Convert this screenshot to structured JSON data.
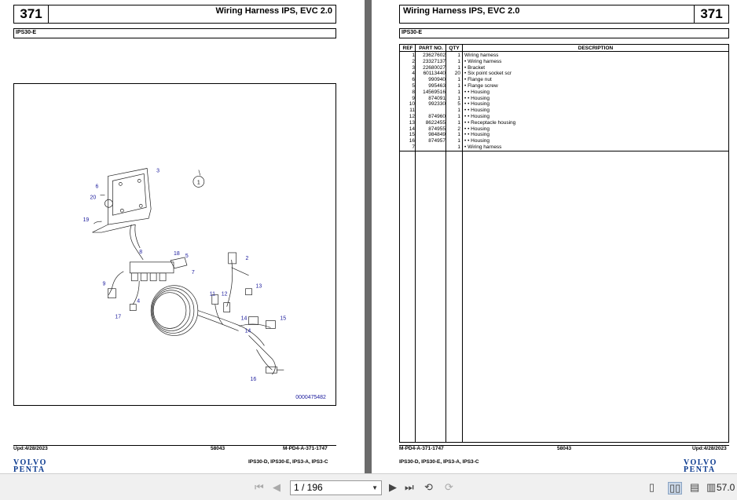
{
  "left_page": {
    "page_number": "371",
    "title": "Wiring Harness IPS, EVC 2.0",
    "model": "IPS30-E",
    "figure_id": "0000475482",
    "view_marker": "1",
    "callouts": [
      "3",
      "6",
      "20",
      "19",
      "8",
      "18",
      "5",
      "2",
      "7",
      "9",
      "4",
      "17",
      "13",
      "11",
      "12",
      "14",
      "15",
      "14",
      "16"
    ],
    "footer": {
      "updated": "Upd:4/28/2023",
      "center": "58043",
      "doc": "M-PD4-A-371-1747",
      "models": "IPS30-D, IPS30-E, IPS3-A, IPS3-C"
    },
    "logo": {
      "line1": "VOLVO",
      "line2": "PENTA"
    }
  },
  "right_page": {
    "page_number": "371",
    "title": "Wiring Harness IPS, EVC 2.0",
    "model": "IPS30-E",
    "table": {
      "headers": {
        "ref": "REF",
        "part": "PART NO.",
        "qty": "QTY",
        "desc": "DESCRIPTION"
      },
      "rows": [
        {
          "ref": "1",
          "part": "23627602",
          "qty": "1",
          "desc": "Wiring harness"
        },
        {
          "ref": "2",
          "part": "23327137",
          "qty": "1",
          "desc": "• Wiring harness"
        },
        {
          "ref": "3",
          "part": "22680027",
          "qty": "1",
          "desc": "• Bracket"
        },
        {
          "ref": "4",
          "part": "60113440",
          "qty": "20",
          "desc": "• Six point socket scr"
        },
        {
          "ref": "6",
          "part": "990940",
          "qty": "1",
          "desc": "• Flange nut"
        },
        {
          "ref": "5",
          "part": "995463",
          "qty": "1",
          "desc": "• Flange screw"
        },
        {
          "ref": "8",
          "part": "14569516",
          "qty": "1",
          "desc": "• • Housing"
        },
        {
          "ref": "9",
          "part": "874091",
          "qty": "1",
          "desc": "• • Housing"
        },
        {
          "ref": "10",
          "part": "992330",
          "qty": "5",
          "desc": "• • Housing"
        },
        {
          "ref": "11",
          "part": "",
          "qty": "1",
          "desc": "• • Housing"
        },
        {
          "ref": "12",
          "part": "874960",
          "qty": "1",
          "desc": "• • Housing"
        },
        {
          "ref": "13",
          "part": "8622455",
          "qty": "1",
          "desc": "• • Receptacle housing"
        },
        {
          "ref": "14",
          "part": "874955",
          "qty": "2",
          "desc": "• • Housing"
        },
        {
          "ref": "15",
          "part": "984849",
          "qty": "1",
          "desc": "• • Housing"
        },
        {
          "ref": "16",
          "part": "874957",
          "qty": "1",
          "desc": "• • Housing"
        },
        {
          "ref": "7",
          "part": "",
          "qty": "1",
          "desc": "• Wiring harness"
        }
      ]
    },
    "footer": {
      "updated": "Upd:4/28/2023",
      "center": "58043",
      "doc": "M-PD4-A-371-1747",
      "models": "IPS30-D, IPS30-E, IPS3-A, IPS3-C"
    },
    "logo": {
      "line1": "VOLVO",
      "line2": "PENTA"
    }
  },
  "toolbar": {
    "page_indicator": "1 / 196",
    "zoom": "57.0",
    "icons": [
      "first-page-icon",
      "prev-page-icon",
      "next-page-icon",
      "last-page-icon",
      "rotate-left-icon",
      "rotate-right-icon",
      "single-page-icon",
      "two-page-icon",
      "continuous-icon",
      "two-continuous-icon"
    ]
  }
}
